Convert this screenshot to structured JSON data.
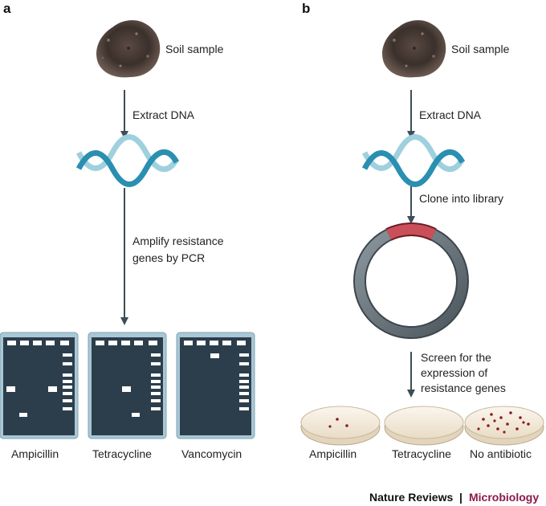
{
  "panels": {
    "a": {
      "letter": "a",
      "soil_label": "Soil sample",
      "step1": "Extract DNA",
      "step2_line1": "Amplify resistance",
      "step2_line2": "genes by PCR",
      "gels": [
        "Ampicillin",
        "Tetracycline",
        "Vancomycin"
      ]
    },
    "b": {
      "letter": "b",
      "soil_label": "Soil sample",
      "step1": "Extract DNA",
      "step2": "Clone into library",
      "step3_line1": "Screen for the",
      "step3_line2": "expression of",
      "step3_line3": "resistance genes",
      "plates": [
        "Ampicillin",
        "Tetracycline",
        "No antibiotic"
      ]
    }
  },
  "credit": {
    "journal": "Nature Reviews",
    "separator": "|",
    "subject": "Microbiology"
  },
  "colors": {
    "arrow": "#3e4d57",
    "helix_blue": "#2a8fb0",
    "helix_light": "#9fd0de",
    "gel_outer": "#8db3c4",
    "gel_inner": "#2c3e4c",
    "plasmid_ring": "#5d6b73",
    "plasmid_insert": "#c9505a",
    "plate_fill": "#f3eadb",
    "colony": "#8c1c22",
    "credit_subject": "#8a1a4a"
  }
}
